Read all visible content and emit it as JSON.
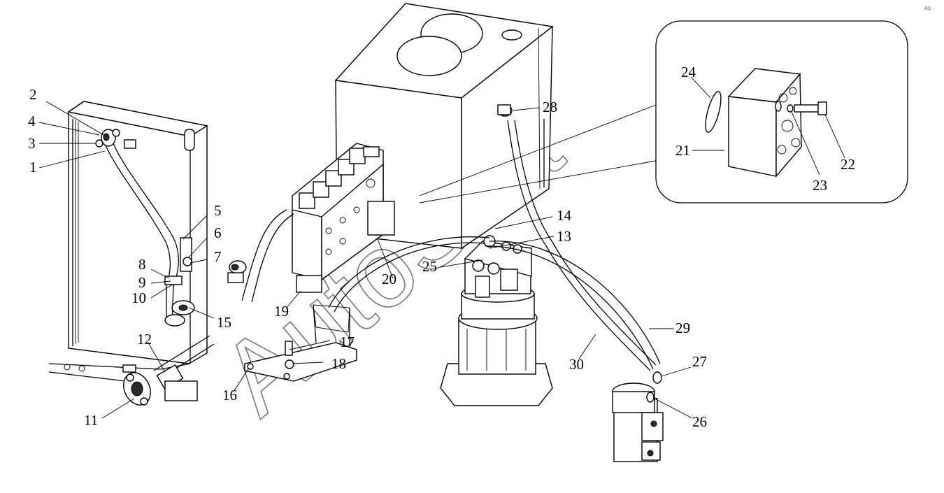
{
  "watermark": "AutoSoft",
  "corner_mark": "AS",
  "labels": {
    "l1": "1",
    "l2": "2",
    "l3": "3",
    "l4": "4",
    "l5": "5",
    "l6": "6",
    "l7": "7",
    "l8": "8",
    "l9": "9",
    "l10": "10",
    "l11": "11",
    "l12": "12",
    "l13": "13",
    "l14": "14",
    "l15": "15",
    "l16": "16",
    "l17": "17",
    "l18": "18",
    "l19": "19",
    "l20": "20",
    "l21": "21",
    "l22": "22",
    "l23": "23",
    "l24": "24",
    "l25": "25",
    "l26": "26",
    "l27": "27",
    "l28": "28",
    "l29": "29",
    "l30": "30"
  }
}
